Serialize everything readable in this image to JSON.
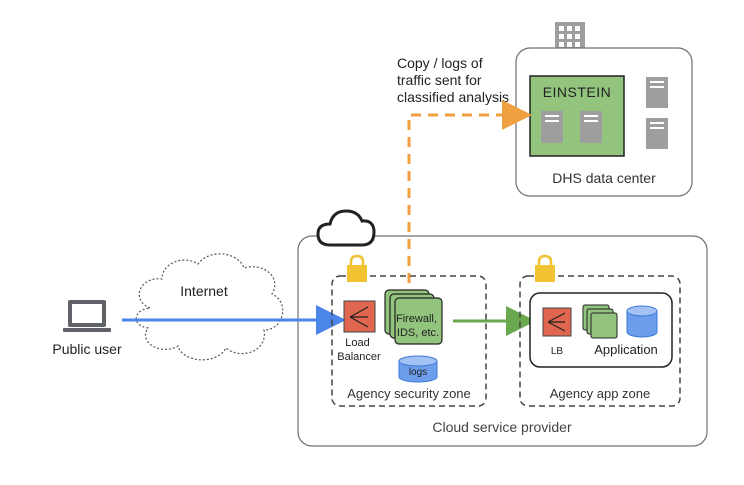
{
  "labels": {
    "public_user": "Public user",
    "internet": "Internet",
    "copy_logs_line1": "Copy / logs of",
    "copy_logs_line2": "traffic sent for",
    "copy_logs_line3": "classified analysis",
    "einstein": "EINSTEIN",
    "dhs_data_center": "DHS data center",
    "cloud_service_provider": "Cloud service provider",
    "agency_security_zone": "Agency security zone",
    "agency_app_zone": "Agency app zone",
    "load_balancer_line1": "Load",
    "load_balancer_line2": "Balancer",
    "firewall_line1": "Firewall,",
    "firewall_line2": "IDS, etc.",
    "logs": "logs",
    "lb": "LB",
    "application": "Application"
  },
  "colors": {
    "public_arrow": "#4a86e8",
    "copy_arrow": "#f0a040",
    "zone_arrow": "#6aa84f",
    "lock": "#f1c232",
    "lb_red": "#e06650",
    "green_box": "#93c47d",
    "db_blue": "#6d9eeb",
    "server_gray": "#9e9e9e",
    "border": "#707070"
  },
  "icons": {
    "laptop": "laptop-icon",
    "cloud": "cloud-icon",
    "building": "building-icon",
    "lock": "lock-icon",
    "server": "server-icon",
    "load_balancer": "load-balancer-icon",
    "database": "database-icon"
  }
}
